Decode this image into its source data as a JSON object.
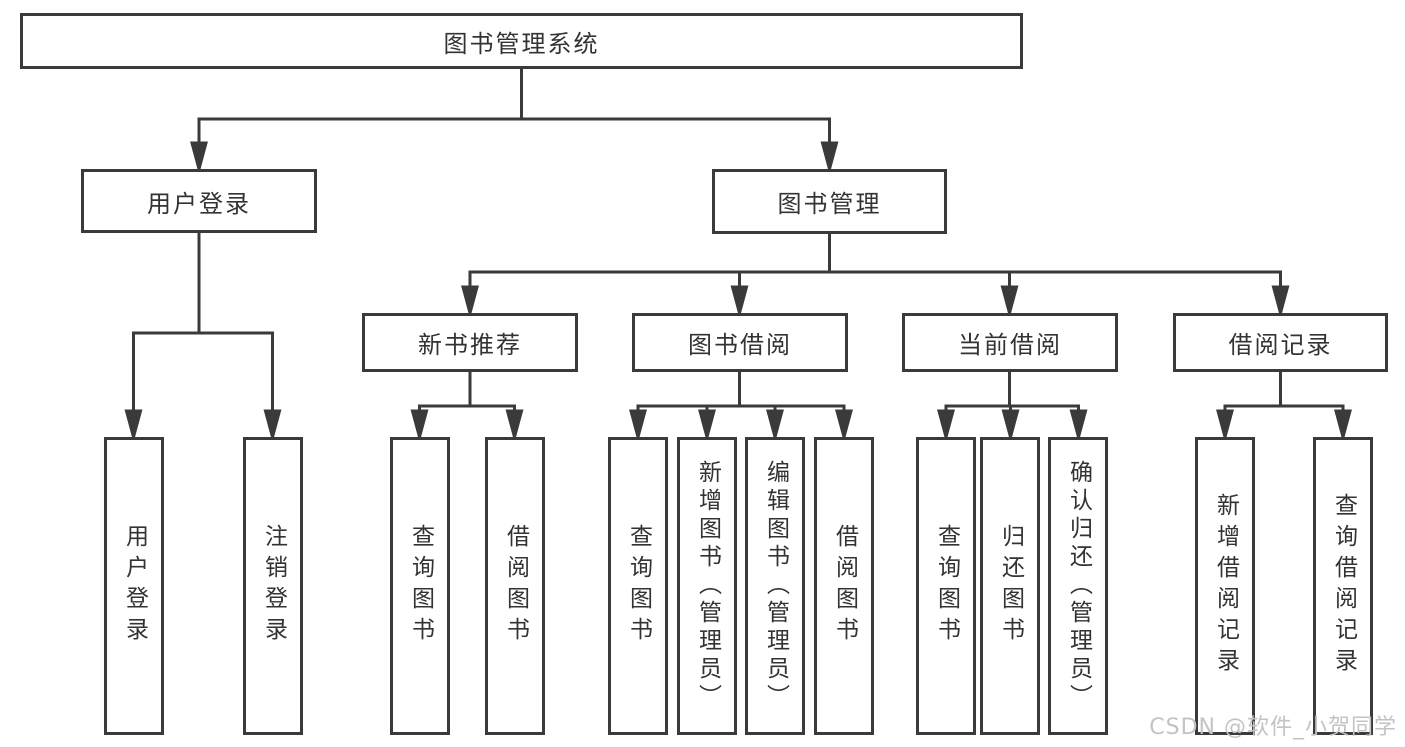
{
  "nodes": {
    "root": "图书管理系统",
    "user_login": "用户登录",
    "book_mgmt": "图书管理",
    "new_book_rec": "新书推荐",
    "book_borrow": "图书借阅",
    "current_borrow": "当前借阅",
    "borrow_records": "借阅记录",
    "leaf_user_login": "用户登录",
    "leaf_logout": "注销登录",
    "rec_query_books": "查询图书",
    "rec_borrow_books": "借阅图书",
    "bb_query_books": "查询图书",
    "bb_add_books": "新增图书（管理员）",
    "bb_edit_books": "编辑图书（管理员）",
    "bb_borrow_books": "借阅图书",
    "cb_query_books": "查询图书",
    "cb_return_books": "归还图书",
    "cb_confirm_return": "确认归还（管理员）",
    "br_add_record": "新增借阅记录",
    "br_query_record": "查询借阅记录"
  },
  "watermark": "CSDN @软件_小贺同学",
  "colors": {
    "line": "#3a3a3a",
    "text": "#333333",
    "watermark": "#c3c3c3",
    "background": "#ffffff"
  }
}
